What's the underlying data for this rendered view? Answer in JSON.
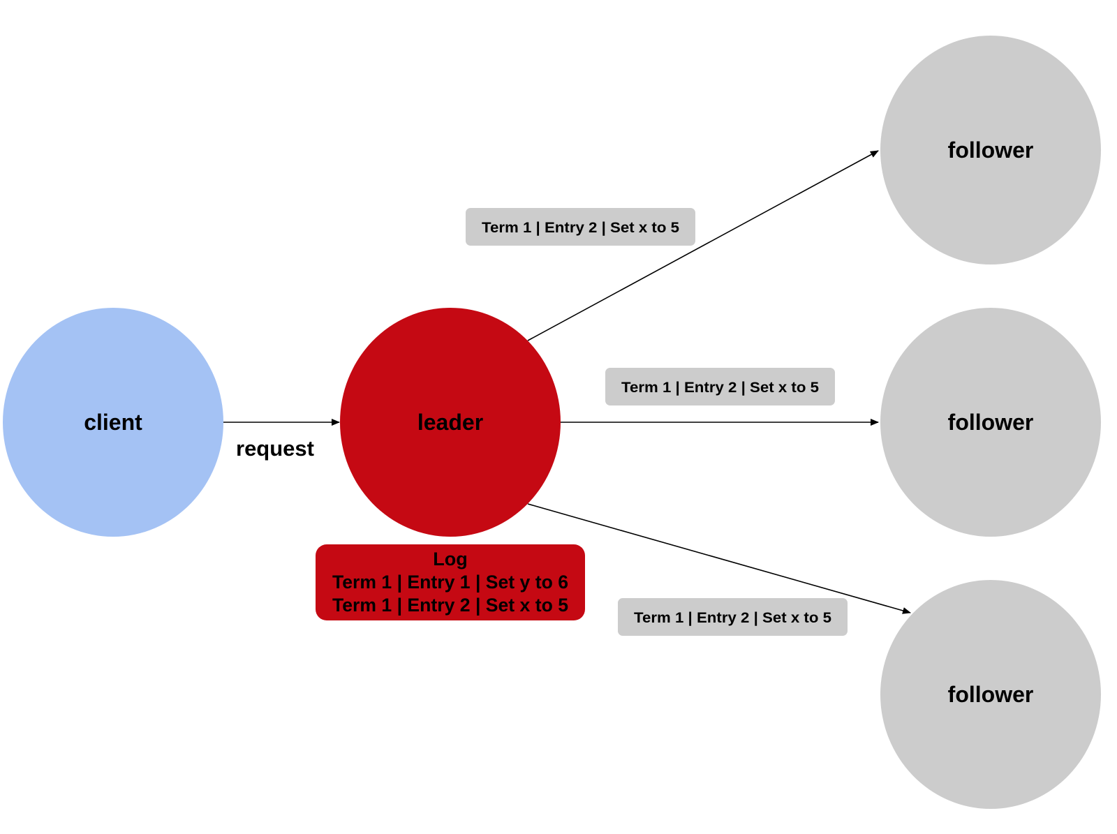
{
  "colors": {
    "client": "#a4c2f4",
    "leader": "#c50913",
    "follower": "#cccccc",
    "message_box": "#cccccc",
    "log_box": "#c50913"
  },
  "nodes": {
    "client": {
      "label": "client"
    },
    "leader": {
      "label": "leader"
    },
    "followers": [
      {
        "label": "follower"
      },
      {
        "label": "follower"
      },
      {
        "label": "follower"
      }
    ]
  },
  "edges": {
    "request": {
      "label": "request"
    }
  },
  "messages": [
    {
      "text": "Term 1 | Entry 2 | Set x to 5"
    },
    {
      "text": "Term 1 | Entry 2 | Set x to 5"
    },
    {
      "text": "Term 1 | Entry 2 | Set x to 5"
    }
  ],
  "log": {
    "title": "Log",
    "entries": [
      "Term 1 | Entry 1 | Set y to 6",
      "Term 1 | Entry 2 | Set x to 5"
    ]
  }
}
